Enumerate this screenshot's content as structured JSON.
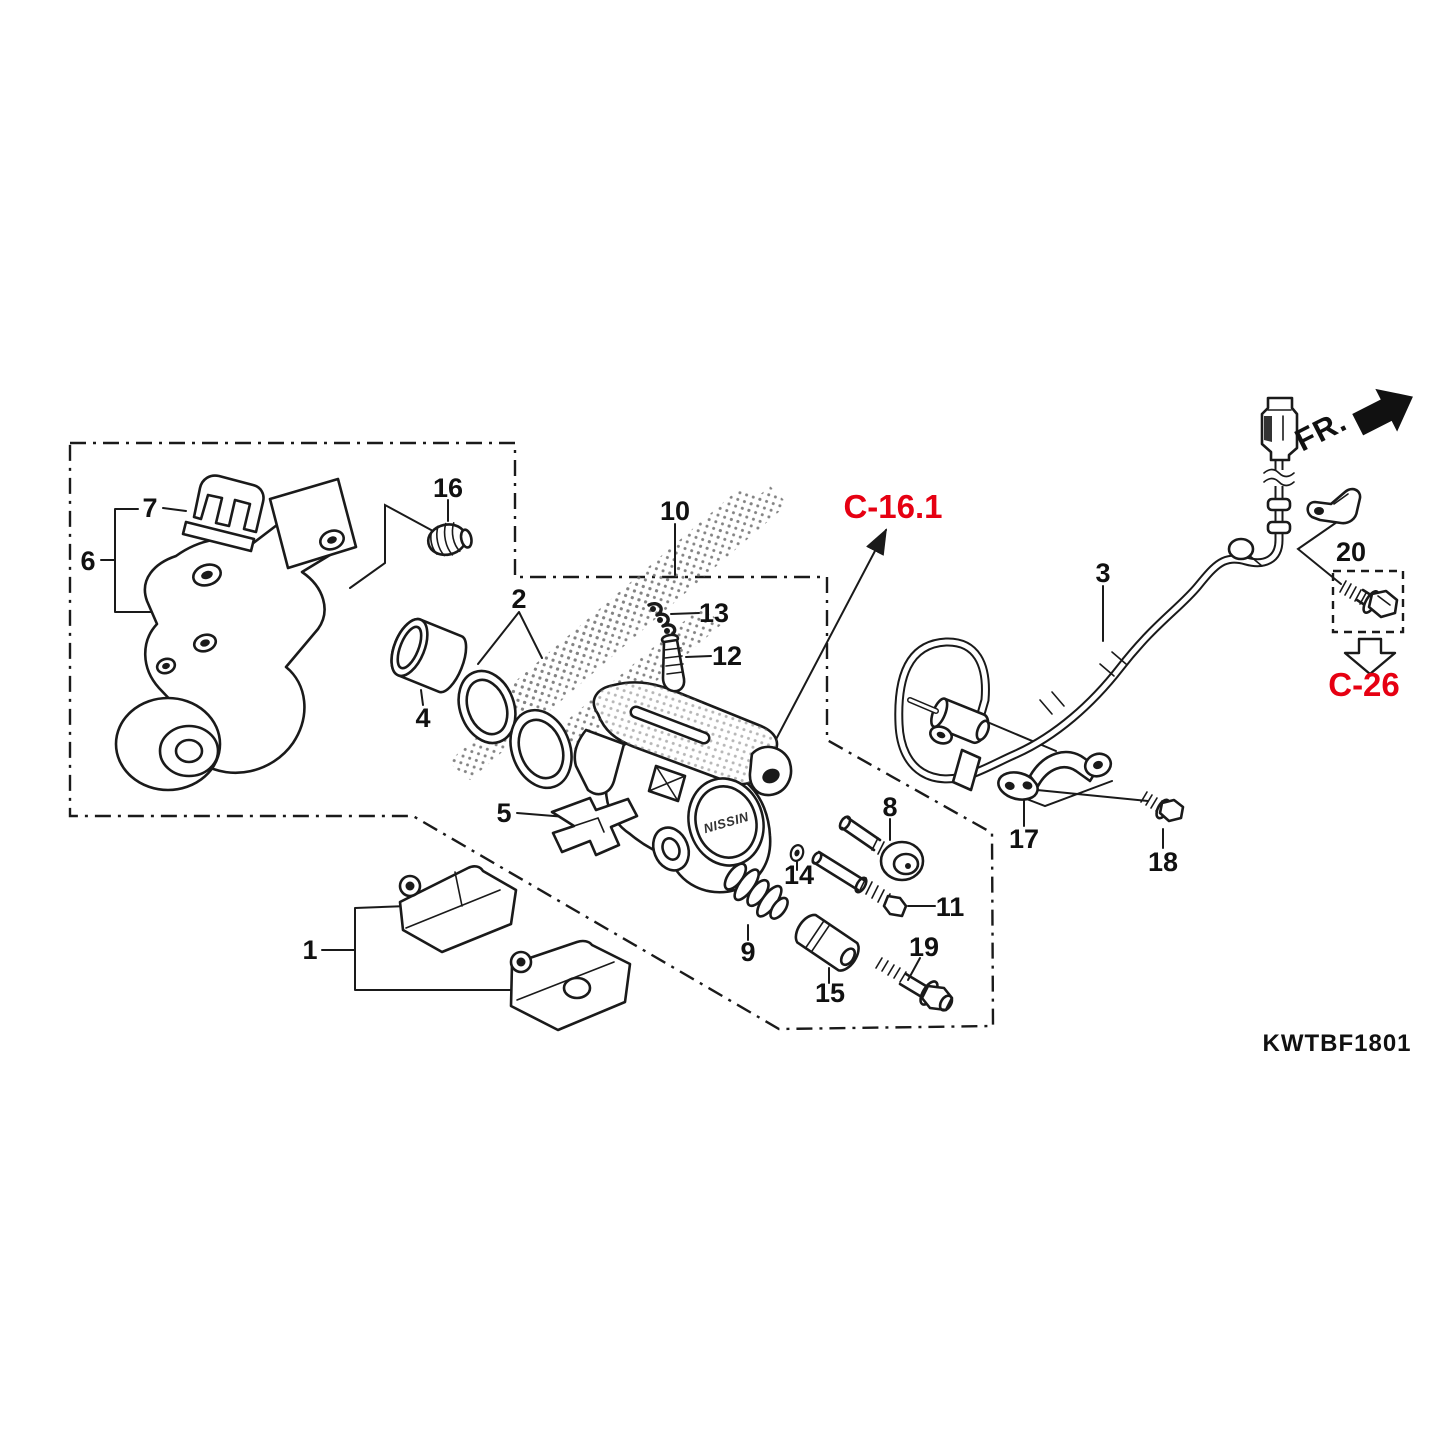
{
  "diagram": {
    "drawing_code": "KWTBF1801",
    "front_marker": "FR.",
    "brand_mark": "NISSIN",
    "callouts": {
      "section_caliper": "C-16.1",
      "section_bolt": "C-26"
    },
    "colors": {
      "line": "#1a1a1a",
      "callout_red": "#e60012",
      "background": "#ffffff"
    },
    "part_labels": [
      {
        "num": "1"
      },
      {
        "num": "2"
      },
      {
        "num": "3"
      },
      {
        "num": "4"
      },
      {
        "num": "5"
      },
      {
        "num": "6"
      },
      {
        "num": "7"
      },
      {
        "num": "8"
      },
      {
        "num": "9"
      },
      {
        "num": "10"
      },
      {
        "num": "11"
      },
      {
        "num": "12"
      },
      {
        "num": "13"
      },
      {
        "num": "14"
      },
      {
        "num": "15"
      },
      {
        "num": "16"
      },
      {
        "num": "17"
      },
      {
        "num": "18"
      },
      {
        "num": "19"
      },
      {
        "num": "20"
      }
    ]
  }
}
